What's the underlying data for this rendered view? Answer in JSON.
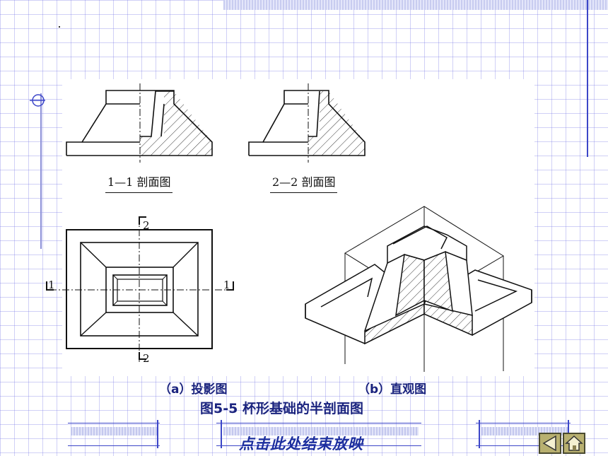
{
  "figure": {
    "section_1_label": "1—1 剖面图",
    "section_2_label": "2—2 剖面图",
    "plan_marks": {
      "top": "2",
      "bottom": "2",
      "left": "1",
      "right": "1"
    }
  },
  "captions": {
    "a": "（a）投影图",
    "b": "（b）直观图",
    "title": "图5-5  杯形基础的半剖面图"
  },
  "footer": {
    "end_show": "点击此处结束放映"
  },
  "nav": {
    "back_icon": "triangle-left-icon",
    "home_icon": "home-icon"
  },
  "colors": {
    "caption": "#1a237e",
    "grid": "#7878e6",
    "accent_line": "#3c46c8",
    "nav_button": "#b8b070"
  }
}
